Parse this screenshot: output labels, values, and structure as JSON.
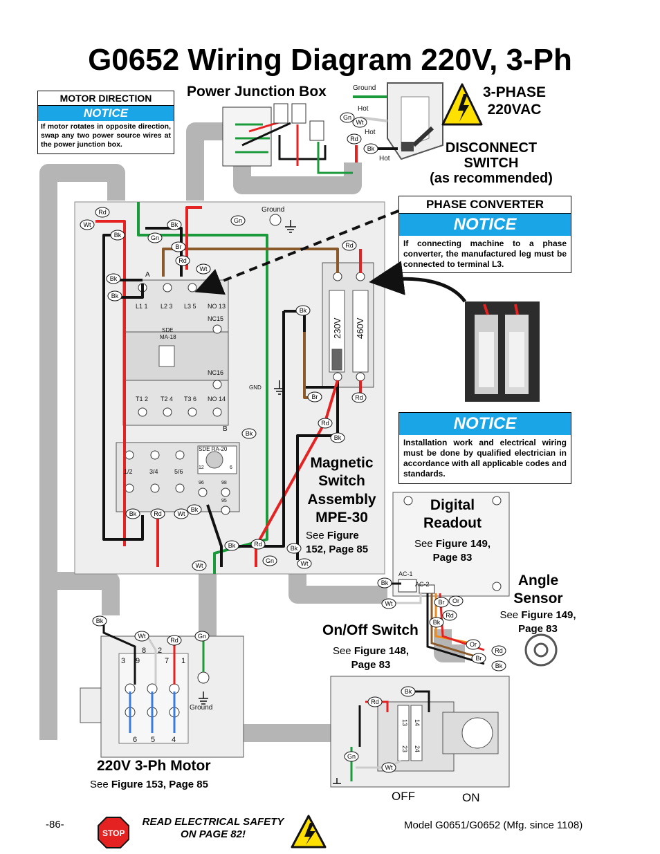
{
  "title": "G0652 Wiring Diagram 220V, 3-Ph",
  "motor_direction": {
    "header": "MOTOR DIRECTION",
    "notice": "NOTICE",
    "text": "If motor rotates in opposite direction, swap any two power source wires at the power junction box."
  },
  "power_junction_box": "Power Junction Box",
  "three_phase": {
    "line1": "3-PHASE",
    "line2": "220VAC"
  },
  "disconnect": {
    "line1": "DISCONNECT",
    "line2": "SWITCH",
    "line3": "(as recommended)"
  },
  "phase_converter": {
    "header": "PHASE CONVERTER",
    "notice": "NOTICE",
    "text": "If connecting machine to a phase converter, the manufactured leg must be connected to terminal L3."
  },
  "install_notice": {
    "notice": "NOTICE",
    "text": "Installation work and electrical wiring must be done by qualified electrician in accordance with all applicable codes and standards."
  },
  "magnetic_switch": {
    "line1": "Magnetic",
    "line2": "Switch",
    "line3": "Assembly",
    "line4": "MPE-30",
    "see": "See",
    "ref1": "Figure",
    "ref2": "152, Page 85"
  },
  "digital_readout": {
    "line1": "Digital",
    "line2": "Readout",
    "see": "See",
    "ref1": "Figure 149,",
    "ref2": "Page 83"
  },
  "angle_sensor": {
    "line1": "Angle",
    "line2": "Sensor",
    "see": "See",
    "ref1": "Figure 149,",
    "ref2": "Page 83"
  },
  "onoff_switch": {
    "label": "On/Off Switch",
    "see": "See",
    "ref1": "Figure 148,",
    "ref2": "Page 83",
    "off": "OFF",
    "on": "ON"
  },
  "motor": {
    "label": "220V 3-Ph Motor",
    "see": "See",
    "ref": "Figure 153, Page 85",
    "terminals_top": [
      "3",
      "9",
      "8",
      "2",
      "7",
      "1"
    ],
    "terminals_bottom": [
      "6",
      "5",
      "4"
    ],
    "ground": "Ground"
  },
  "contactor": {
    "top": [
      "L1 1",
      "L2 3",
      "L3 5",
      "NO 13"
    ],
    "nc15": "NC15",
    "nc16": "NC16",
    "brand": "SDE",
    "model": "MA-18",
    "bottom": [
      "T1 2",
      "T2 4",
      "T3 6",
      "NO 14"
    ],
    "a": "A",
    "b": "B"
  },
  "overload": {
    "model": "SDE RA-20",
    "terms": [
      "1/2",
      "3/4",
      "5/6"
    ],
    "dial_min": "12",
    "dial_max": "6",
    "aux": [
      "96",
      "98",
      "95"
    ]
  },
  "transformer_labels": {
    "left": "230V",
    "right": "460V"
  },
  "wire_labels": {
    "ground": "Ground",
    "gnd": "GND",
    "hot": "Hot",
    "rd": "Rd",
    "bk": "Bk",
    "wt": "Wt",
    "gn": "Gn",
    "br": "Br",
    "or": "Or",
    "ac1": "AC-1",
    "ac2": "AC-2"
  },
  "switch_terms": [
    "13",
    "14",
    "23",
    "24"
  ],
  "footer": {
    "page": "-86-",
    "safety_line1": "READ ELECTRICAL SAFETY",
    "safety_line2": "ON PAGE 82!",
    "model": "Model G0651/G0652 (Mfg. since 1108)",
    "stop": "STOP"
  },
  "colors": {
    "red": "#e52222",
    "black": "#111111",
    "green": "#1a9a3a",
    "brown": "#8b5a2b",
    "orange": "#f08a1c",
    "conduit": "#b5b5b5",
    "notice_blue": "#1aa5e6",
    "panel": "#eeeeee"
  }
}
